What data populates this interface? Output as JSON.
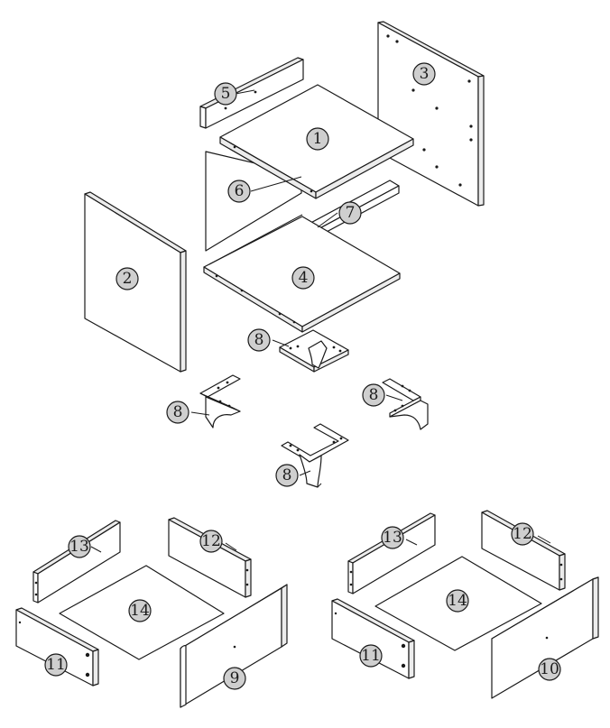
{
  "labels": [
    "1",
    "2",
    "3",
    "4",
    "5",
    "6",
    "7",
    "8",
    "8",
    "8",
    "8",
    "13",
    "12",
    "14",
    "11",
    "9",
    "13",
    "12",
    "14",
    "11",
    "10"
  ]
}
